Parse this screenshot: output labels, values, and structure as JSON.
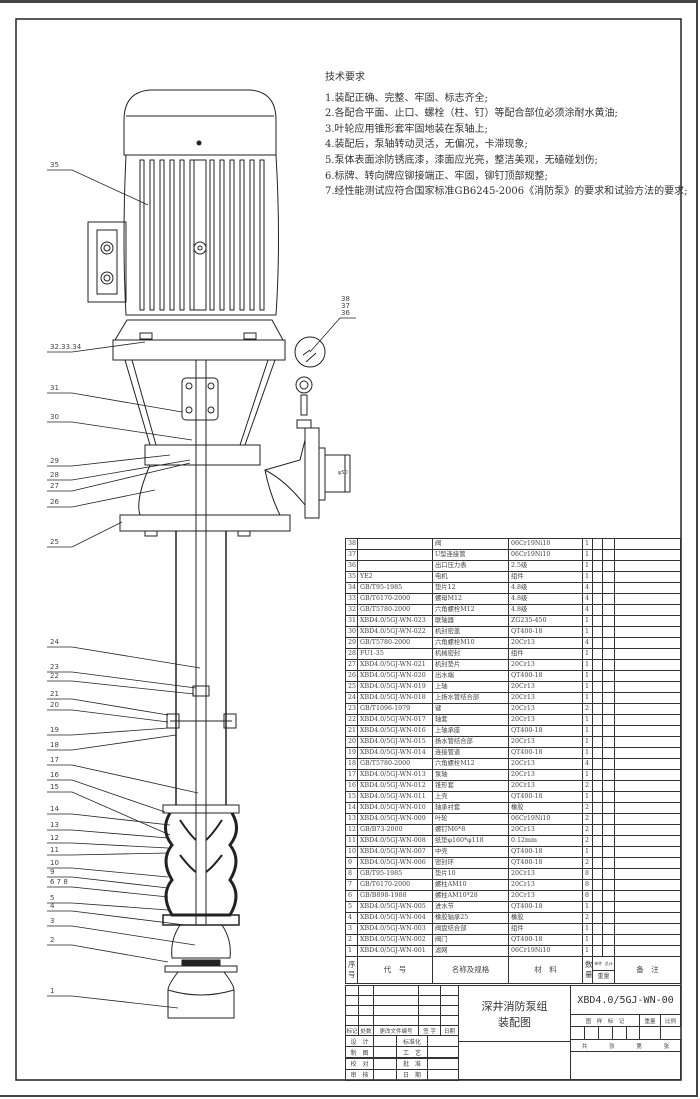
{
  "tech_requirements": {
    "title": "技术要求",
    "items": [
      "1.装配正确、完整、牢固、标志齐全;",
      "2.各配合平面、止口、螺栓（柱、钉）等配合部位必须涂耐水黄油;",
      "3.叶轮应用锥形套牢固地装在泵轴上;",
      "4.装配后，泵轴转动灵活，无偏况，卡滞现象;",
      "5.泵体表面涂防锈底漆，漆面应光亮，整洁美观，无磕碰划伤;",
      "6.标牌、转向牌应铆接端正、牢固，铆钉顶部规整;",
      "7.经性能测试应符合国家标准GB6245-2006《消防泵》的要求和试验方法的要求;"
    ]
  },
  "callouts": [
    "35",
    "32.33.34",
    "31",
    "30",
    "29",
    "28",
    "27",
    "26",
    "25",
    "24",
    "23",
    "22",
    "21",
    "20",
    "19",
    "18",
    "17",
    "16",
    "15",
    "14",
    "13",
    "12",
    "11",
    "10",
    "9",
    "6 7 8",
    "5",
    "4",
    "3",
    "2",
    "1"
  ],
  "gauge_callouts": [
    "38",
    "37",
    "36"
  ],
  "dimension_label": "φ50",
  "parts_header": {
    "no": "序号",
    "code": "代　号",
    "name": "名称及规格",
    "material": "材　料",
    "qty": "数量",
    "single": "单件",
    "total": "总计",
    "weight": "重量",
    "remarks": "备　注"
  },
  "parts": [
    {
      "no": "38",
      "code": "",
      "name": "阀",
      "material": "06Cr19Ni10",
      "qty": "1"
    },
    {
      "no": "37",
      "code": "",
      "name": "U型连接管",
      "material": "06Cr19Ni10",
      "qty": "1"
    },
    {
      "no": "36",
      "code": "",
      "name": "出口压力表",
      "material": "2.5级",
      "qty": "1"
    },
    {
      "no": "35",
      "code": "YE2",
      "name": "电机",
      "material": "组件",
      "qty": "1"
    },
    {
      "no": "34",
      "code": "GB/T95-1985",
      "name": "垫片12",
      "material": "4.8级",
      "qty": "4"
    },
    {
      "no": "33",
      "code": "GB/T6170-2000",
      "name": "螺母M12",
      "material": "4.8级",
      "qty": "4"
    },
    {
      "no": "32",
      "code": "GB/T5780-2000",
      "name": "六角螺栓M12",
      "material": "4.8级",
      "qty": "4"
    },
    {
      "no": "31",
      "code": "XBD4.0/5GJ-WN-023",
      "name": "联轴器",
      "material": "ZG235-450",
      "qty": "1"
    },
    {
      "no": "30",
      "code": "XBD4.0/5GJ-WN-022",
      "name": "机封密盖",
      "material": "QT400-18",
      "qty": "1"
    },
    {
      "no": "29",
      "code": "GB/T5780-2000",
      "name": "六角螺栓M10",
      "material": "20Cr13",
      "qty": "4"
    },
    {
      "no": "28",
      "code": "FU1-35",
      "name": "机械密封",
      "material": "组件",
      "qty": "1"
    },
    {
      "no": "27",
      "code": "XBD4.0/5GJ-WN-021",
      "name": "机封垫片",
      "material": "20Cr13",
      "qty": "1"
    },
    {
      "no": "26",
      "code": "XBD4.0/5GJ-WN-020",
      "name": "出水端",
      "material": "QT400-18",
      "qty": "1"
    },
    {
      "no": "25",
      "code": "XBD4.0/5GJ-WN-019",
      "name": "上轴",
      "material": "20Cr13",
      "qty": "1"
    },
    {
      "no": "24",
      "code": "XBD4.0/5GJ-WN-018",
      "name": "上扬水管结合部",
      "material": "20Cr13",
      "qty": "1"
    },
    {
      "no": "23",
      "code": "GB/T1096-1979",
      "name": "键",
      "material": "20Cr13",
      "qty": "2"
    },
    {
      "no": "22",
      "code": "XBD4.0/5GJ-WN-017",
      "name": "轴套",
      "material": "20Cr13",
      "qty": "1"
    },
    {
      "no": "21",
      "code": "XBD4.0/5GJ-WN-016",
      "name": "上轴承座",
      "material": "QT400-18",
      "qty": "1"
    },
    {
      "no": "20",
      "code": "XBD4.0/5GJ-WN-015",
      "name": "扬水管结合部",
      "material": "20Cr13",
      "qty": "1"
    },
    {
      "no": "19",
      "code": "XBD4.0/5GJ-WN-014",
      "name": "连接管道",
      "material": "QT400-18",
      "qty": "1"
    },
    {
      "no": "18",
      "code": "GB/T5780-2000",
      "name": "六角螺栓M12",
      "material": "20Cr13",
      "qty": "4"
    },
    {
      "no": "17",
      "code": "XBD4.0/5GJ-WN-013",
      "name": "泵轴",
      "material": "20Cr13",
      "qty": "1"
    },
    {
      "no": "16",
      "code": "XBD4.0/5GJ-WN-012",
      "name": "锥形套",
      "material": "20Cr13",
      "qty": "2"
    },
    {
      "no": "15",
      "code": "XBD4.0/5GJ-WN-011",
      "name": "上壳",
      "material": "QT400-18",
      "qty": "1"
    },
    {
      "no": "14",
      "code": "XBD4.0/5GJ-WN-010",
      "name": "轴承衬套",
      "material": "橡胶",
      "qty": "2"
    },
    {
      "no": "13",
      "code": "XBD4.0/5GJ-WN-009",
      "name": "叶轮",
      "material": "06Cr19Ni10",
      "qty": "2"
    },
    {
      "no": "12",
      "code": "GB/B73-2000",
      "name": "螺钉M6*8",
      "material": "20Cr13",
      "qty": "2"
    },
    {
      "no": "11",
      "code": "XBD4.0/5GJ-WN-008",
      "name": "纸垫φ160*φ118",
      "material": "0.12mm",
      "qty": "2"
    },
    {
      "no": "10",
      "code": "XBD4.0/5GJ-WN-007",
      "name": "中壳",
      "material": "QT400-18",
      "qty": "1"
    },
    {
      "no": "9",
      "code": "XBD4.0/5GJ-WN-006",
      "name": "密封环",
      "material": "QT400-18",
      "qty": "2"
    },
    {
      "no": "8",
      "code": "GB/T95-1985",
      "name": "垫片10",
      "material": "20Cr13",
      "qty": "8"
    },
    {
      "no": "7",
      "code": "GB/T6170-2000",
      "name": "螺柱AM10",
      "material": "20Cr13",
      "qty": "8"
    },
    {
      "no": "6",
      "code": "GB/B898-1988",
      "name": "螺柱AM10*28",
      "material": "20Cr13",
      "qty": "8"
    },
    {
      "no": "5",
      "code": "XBD4.0/5GJ-WN-005",
      "name": "进水节",
      "material": "QT400-18",
      "qty": "1"
    },
    {
      "no": "4",
      "code": "XBD4.0/5GJ-WN-004",
      "name": "橡胶轴承25",
      "material": "橡胶",
      "qty": "2"
    },
    {
      "no": "3",
      "code": "XBD4.0/5GJ-WN-003",
      "name": "阀盘结合部",
      "material": "组件",
      "qty": "1"
    },
    {
      "no": "2",
      "code": "XBD4.0/5GJ-WN-002",
      "name": "阀门",
      "material": "QT400-18",
      "qty": "1"
    },
    {
      "no": "1",
      "code": "XBD4.0/5GJ-WN-001",
      "name": "滤网",
      "material": "06Cr19Ni10",
      "qty": "1"
    }
  ],
  "title_block": {
    "drawing_no": "XBD4.0/5GJ-WN-00",
    "title_line1": "深井消防泵组",
    "title_line2": "装配图",
    "rev_headers": [
      "标记",
      "处数",
      "更改文件编号",
      "签 字",
      "日期"
    ],
    "signoff": [
      [
        "设　计",
        "标准化"
      ],
      [
        "制　图",
        "工　艺"
      ],
      [
        "校　对",
        "批　准"
      ],
      [
        "审　核",
        "日　期"
      ]
    ],
    "mark_label": "图　样　标　记",
    "weight_label": "重量",
    "scale_label": "比例",
    "total_label": "共",
    "sheets_label": "张",
    "sheet_label": "第",
    "sheet_unit": "张"
  }
}
